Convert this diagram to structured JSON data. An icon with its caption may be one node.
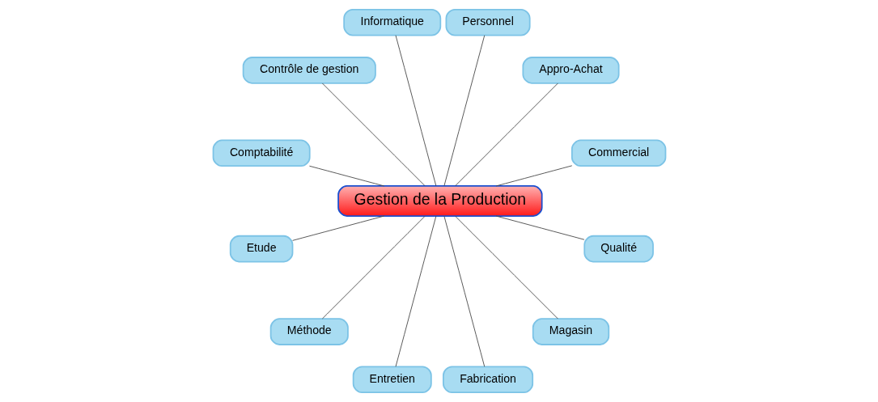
{
  "diagram": {
    "nodes": [
      {
        "text": [
          "Gestion de la Production"
        ]
      },
      {
        "text": [
          "Commercial"
        ]
      },
      {
        "text": [
          "Appro-Achat"
        ]
      },
      {
        "text": [
          "Personnel"
        ]
      },
      {
        "text": [
          "Informatique"
        ]
      },
      {
        "text": [
          "Contrôle de gestion"
        ]
      },
      {
        "text": [
          "Comptabilité"
        ]
      },
      {
        "text": [
          "Etude"
        ]
      },
      {
        "text": [
          "Méthode"
        ]
      },
      {
        "text": [
          "Entretien"
        ]
      },
      {
        "text": [
          "Fabrication"
        ]
      },
      {
        "text": [
          "Magasin"
        ]
      },
      {
        "text": [
          "Qualité"
        ]
      }
    ],
    "edges": [
      {
        "from": 0,
        "to": 1,
        "arrow": "none"
      },
      {
        "from": 0,
        "to": 2,
        "arrow": "none"
      },
      {
        "from": 0,
        "to": 3,
        "arrow": "none"
      },
      {
        "from": 0,
        "to": 4,
        "arrow": "none"
      },
      {
        "from": 0,
        "to": 5,
        "arrow": "none"
      },
      {
        "from": 0,
        "to": 6,
        "arrow": "none"
      },
      {
        "from": 0,
        "to": 7,
        "arrow": "none"
      },
      {
        "from": 0,
        "to": 8,
        "arrow": "none"
      },
      {
        "from": 0,
        "to": 9,
        "arrow": "none"
      },
      {
        "from": 0,
        "to": 10,
        "arrow": "none"
      },
      {
        "from": 0,
        "to": 11,
        "arrow": "none"
      },
      {
        "from": 0,
        "to": 12,
        "arrow": "none"
      }
    ]
  }
}
